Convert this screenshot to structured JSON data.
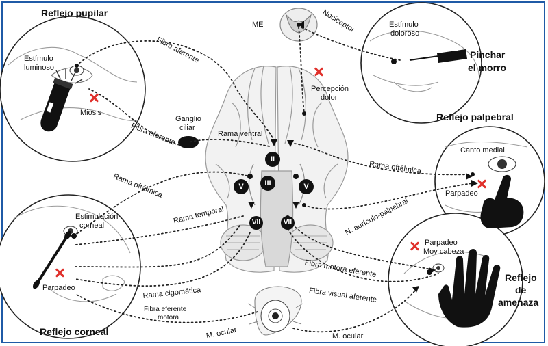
{
  "colors": {
    "frame": "#1f5aa6",
    "inhibit": "#e0302b",
    "ink": "#111111",
    "line": "#222222"
  },
  "titles": {
    "pupilar": "Reflejo pupilar",
    "corneal": "Reflejo corneal",
    "palpebral": "Reflejo palpebral",
    "pinchar_1": "Pinchar",
    "pinchar_2": "el morro",
    "amenaza_1": "Reflejo",
    "amenaza_2": "de",
    "amenaza_3": "amenaza"
  },
  "labels": {
    "estimulo_luminoso_1": "Estímulo",
    "estimulo_luminoso_2": "luminoso",
    "miosis": "Miosis",
    "fibra_aferente": "Fibra aferente",
    "fibra_eferente": "Fibra eferente",
    "ganglio_1": "Ganglio",
    "ganglio_2": "ciliar",
    "rama_ventral": "Rama ventral",
    "me": "ME",
    "nociceptor": "Nociceptor",
    "estimulo_doloroso_1": "Estímulo",
    "estimulo_doloroso_2": "doloroso",
    "percepcion_1": "Percepción",
    "percepcion_2": "dolor",
    "rama_oftalmica_left": "Rama oftálmica",
    "rama_oftalmica_right": "Rama oftálmica",
    "canto_medial": "Canto medial",
    "parpadeo_palpebral": "Parpadeo",
    "n_auriculo": "N. aurículo-palpebral",
    "estimulacion_1": "Estimulación",
    "estimulacion_2": "corneal",
    "parpadeo_corneal": "Parpadeo",
    "rama_temporal": "Rama temporal",
    "rama_cigomatica": "Rama cigomática",
    "fibra_eferente_motora_1": "Fibra eferente",
    "fibra_eferente_motora_2": "motora",
    "fibra_motora_eferente": "Fibra motora eferente",
    "fibra_visual_aferente": "Fibra visual aferente",
    "parpadeo_amenaza": "Parpadeo",
    "mov_cabeza": "Mov cabeza",
    "m_ocular_left": "M. ocular",
    "m_ocular_right": "M. ocular"
  },
  "nerves": {
    "II": "II",
    "III": "III",
    "V_left": "V",
    "V_right": "V",
    "VII_left": "VII",
    "VII_right": "VII"
  },
  "icons": [
    "flashlight-icon",
    "cotton-swab-icon",
    "syringe-icon",
    "pointing-hand-icon",
    "open-hand-icon",
    "eye-icon",
    "spinal-cord-icon",
    "brain-icon"
  ]
}
